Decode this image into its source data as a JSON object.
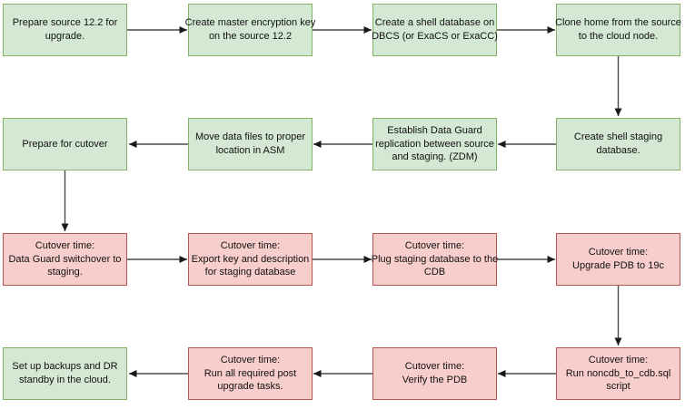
{
  "diagram": {
    "colors": {
      "green_fill": "#d5e8d4",
      "green_border": "#82b366",
      "red_fill": "#f8cecc",
      "red_border": "#b85450",
      "arrow_line": "#4a4a4a",
      "arrow_head": "#1a1a1a",
      "text": "#111111",
      "background": "#ffffff"
    },
    "nodes": [
      {
        "id": 1,
        "variant": "green",
        "label": "Prepare source 12.2 for\nupgrade."
      },
      {
        "id": 2,
        "variant": "green",
        "label": "Create master encryption key\non the source 12.2"
      },
      {
        "id": 3,
        "variant": "green",
        "label": "Create a shell database on\nDBCS (or ExaCS or ExaCC)"
      },
      {
        "id": 4,
        "variant": "green",
        "label": "Clone home from the source\nto the cloud node."
      },
      {
        "id": 5,
        "variant": "green",
        "label": "Create shell staging\ndatabase."
      },
      {
        "id": 6,
        "variant": "green",
        "label": "Establish Data Guard\nreplication between source\nand staging. (ZDM)"
      },
      {
        "id": 7,
        "variant": "green",
        "label": "Move data files to proper\nlocation in ASM"
      },
      {
        "id": 8,
        "variant": "green",
        "label": "Prepare for cutover"
      },
      {
        "id": 9,
        "variant": "red",
        "label": "Cutover time:\nData Guard switchover to\nstaging."
      },
      {
        "id": 10,
        "variant": "red",
        "label": "Cutover time:\nExport key and description\nfor staging database"
      },
      {
        "id": 11,
        "variant": "red",
        "label": "Cutover time:\nPlug staging database to the\nCDB"
      },
      {
        "id": 12,
        "variant": "red",
        "label": "Cutover time:\nUpgrade PDB to 19c"
      },
      {
        "id": 13,
        "variant": "red",
        "label": "Cutover time:\nRun noncdb_to_cdb.sql\nscript"
      },
      {
        "id": 14,
        "variant": "red",
        "label": "Cutover time:\nVerify the PDB"
      },
      {
        "id": 15,
        "variant": "red",
        "label": "Cutover time:\nRun all required post\nupgrade tasks."
      },
      {
        "id": 16,
        "variant": "green",
        "label": "Set up backups and DR\nstandby in the cloud."
      }
    ],
    "edges": [
      {
        "from": 1,
        "to": 2,
        "direction": "right"
      },
      {
        "from": 2,
        "to": 3,
        "direction": "right"
      },
      {
        "from": 3,
        "to": 4,
        "direction": "right"
      },
      {
        "from": 4,
        "to": 5,
        "direction": "down"
      },
      {
        "from": 5,
        "to": 6,
        "direction": "left"
      },
      {
        "from": 6,
        "to": 7,
        "direction": "left"
      },
      {
        "from": 7,
        "to": 8,
        "direction": "left"
      },
      {
        "from": 8,
        "to": 9,
        "direction": "down"
      },
      {
        "from": 9,
        "to": 10,
        "direction": "right"
      },
      {
        "from": 10,
        "to": 11,
        "direction": "right"
      },
      {
        "from": 11,
        "to": 12,
        "direction": "right"
      },
      {
        "from": 12,
        "to": 13,
        "direction": "down"
      },
      {
        "from": 13,
        "to": 14,
        "direction": "left"
      },
      {
        "from": 14,
        "to": 15,
        "direction": "left"
      },
      {
        "from": 15,
        "to": 16,
        "direction": "left"
      }
    ]
  }
}
